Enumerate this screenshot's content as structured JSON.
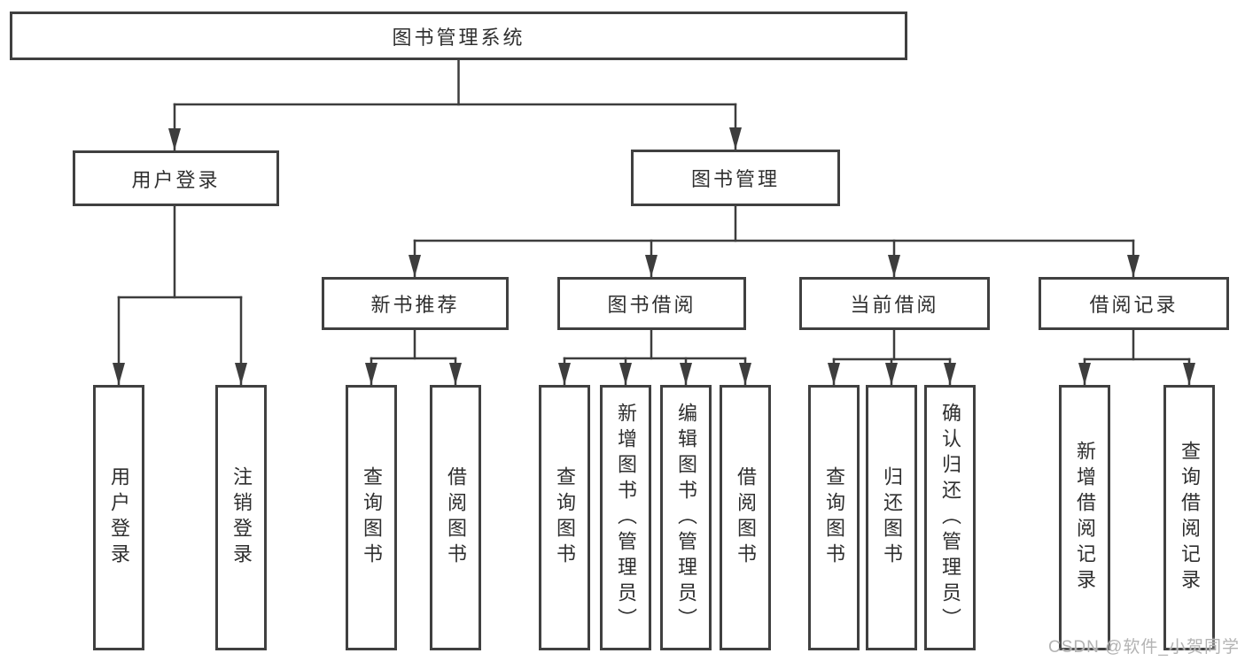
{
  "diagram": {
    "root": {
      "label": "图书管理系统"
    },
    "branches": [
      {
        "label": "用户登录",
        "children": [
          {
            "label": "用户登录"
          },
          {
            "label": "注销登录"
          }
        ]
      },
      {
        "label": "图书管理",
        "children": [
          {
            "label": "新书推荐",
            "children": [
              {
                "label": "查询图书"
              },
              {
                "label": "借阅图书"
              }
            ]
          },
          {
            "label": "图书借阅",
            "children": [
              {
                "label": "查询图书"
              },
              {
                "label": "新增图书（管理员）"
              },
              {
                "label": "编辑图书（管理员）"
              },
              {
                "label": "借阅图书"
              }
            ]
          },
          {
            "label": "当前借阅",
            "children": [
              {
                "label": "查询图书"
              },
              {
                "label": "归还图书"
              },
              {
                "label": "确认归还（管理员）"
              }
            ]
          },
          {
            "label": "借阅记录",
            "children": [
              {
                "label": "新增借阅记录"
              },
              {
                "label": "查询借阅记录"
              }
            ]
          }
        ]
      }
    ]
  },
  "colors": {
    "line": "#3d3d3d",
    "box_border": "#404040",
    "text": "#2f2f2f",
    "watermark": "#b3b3b3"
  },
  "watermark": {
    "text": "CSDN @软件_小贺同学"
  }
}
